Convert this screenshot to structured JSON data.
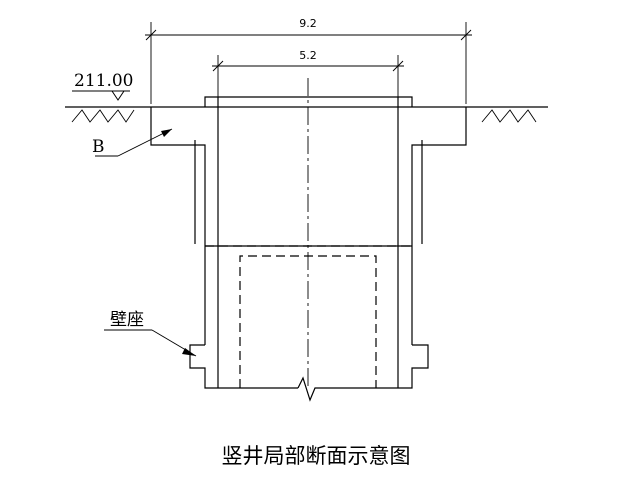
{
  "dimensions": {
    "outer": "9.2",
    "inner": "5.2"
  },
  "labels": {
    "elevation": "211.00",
    "b_marker": "B",
    "wall_seat": "壁座"
  },
  "caption": "竖井局部断面示意图"
}
